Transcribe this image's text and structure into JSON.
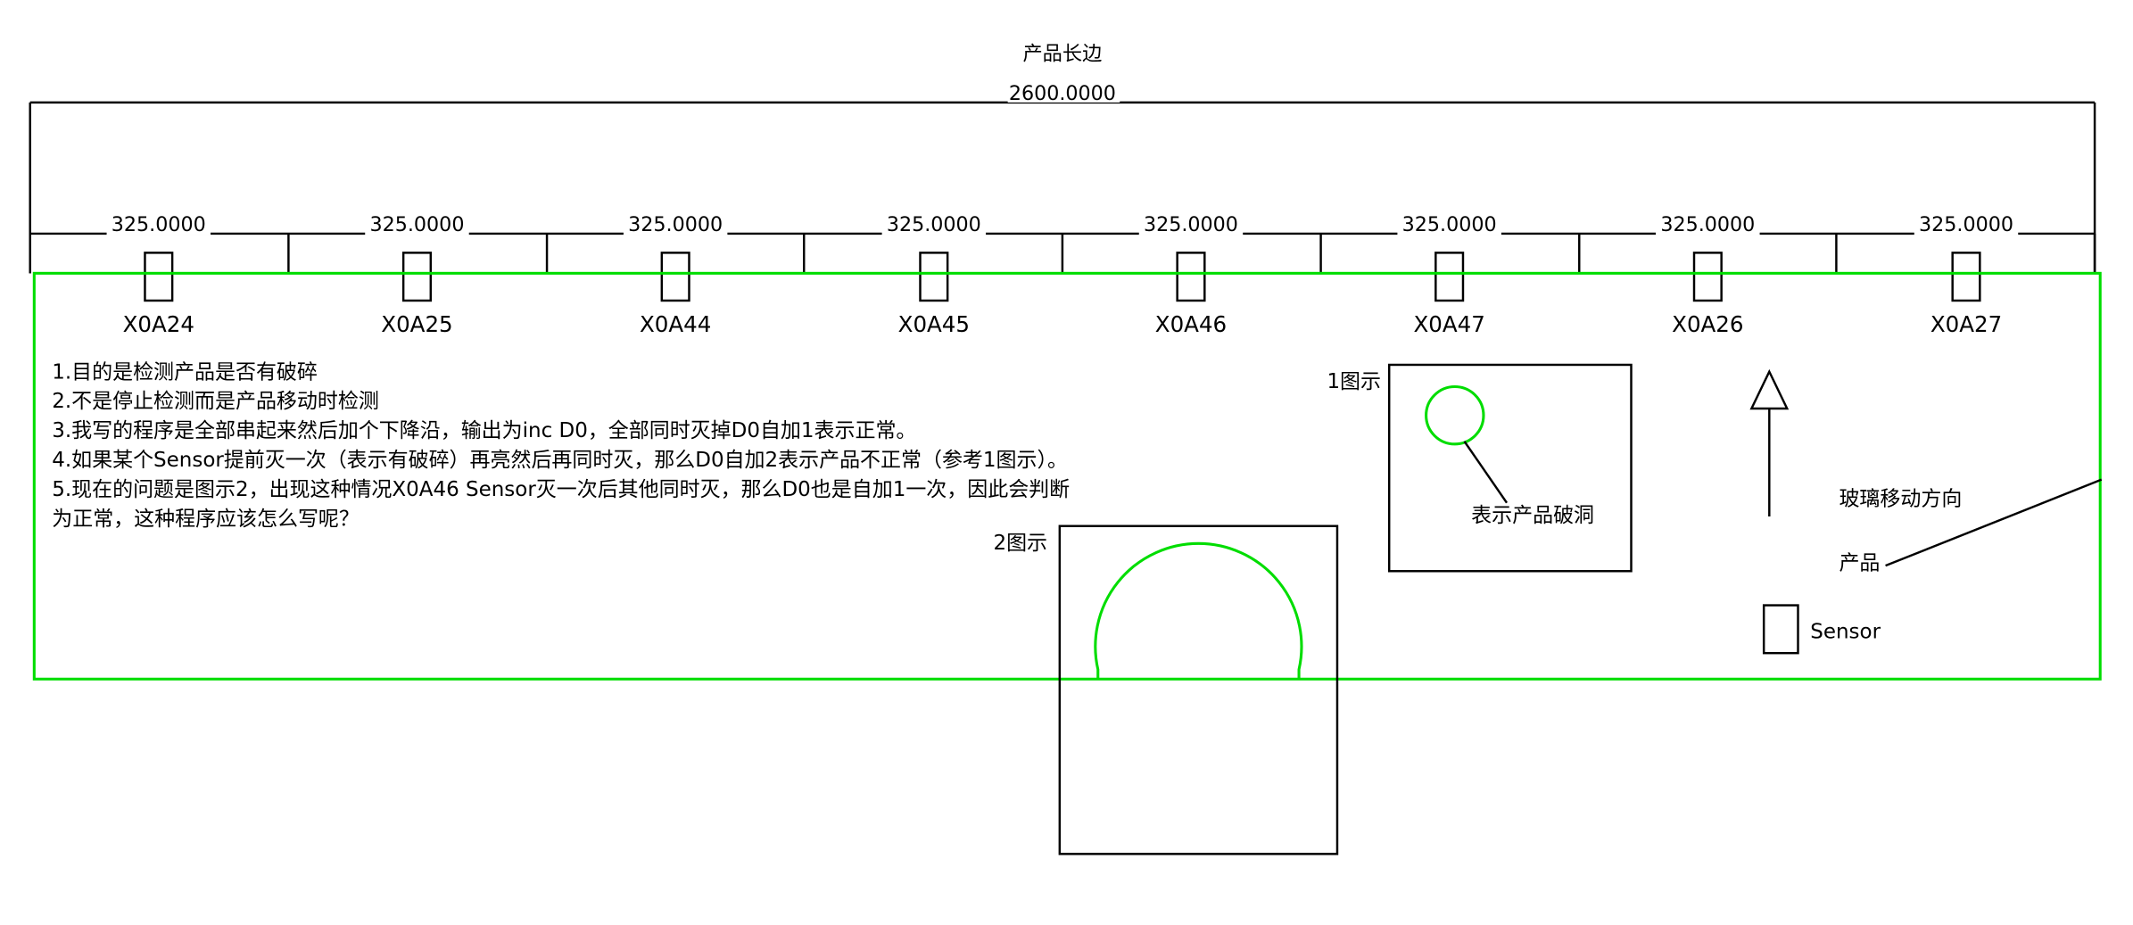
{
  "header": {
    "product_long_edge": "产品长边",
    "total_width": "2600.0000"
  },
  "dimensions": {
    "segments": [
      "325.0000",
      "325.0000",
      "325.0000",
      "325.0000",
      "325.0000",
      "325.0000",
      "325.0000",
      "325.0000"
    ]
  },
  "sensors": [
    {
      "label": "X0A24"
    },
    {
      "label": "X0A25"
    },
    {
      "label": "X0A44"
    },
    {
      "label": "X0A45"
    },
    {
      "label": "X0A46"
    },
    {
      "label": "X0A47"
    },
    {
      "label": "X0A26"
    },
    {
      "label": "X0A27"
    }
  ],
  "notes": {
    "line1": "1.目的是检测产品是否有破碎",
    "line2": "2.不是停止检测而是产品移动时检测",
    "line3": "3.我写的程序是全部串起来然后加个下降沿，输出为inc D0，全部同时灭掉D0自加1表示正常。",
    "line4": "4.如果某个Sensor提前灭一次（表示有破碎）再亮然后再同时灭，那么D0自加2表示产品不正常（参考1图示）。",
    "line5": "5.现在的问题是图示2，出现这种情况X0A46 Sensor灭一次后其他同时灭，那么D0也是自加1一次，因此会判断",
    "line6": "为正常，这种程序应该怎么写呢？"
  },
  "figure1": {
    "label": "1图示",
    "annotation": "表示产品破洞"
  },
  "figure2": {
    "label": "2图示"
  },
  "legend": {
    "move_direction": "玻璃移动方向",
    "product": "产品",
    "sensor": "Sensor"
  },
  "colors": {
    "outline": "#000000",
    "product_highlight": "#00dd00"
  }
}
